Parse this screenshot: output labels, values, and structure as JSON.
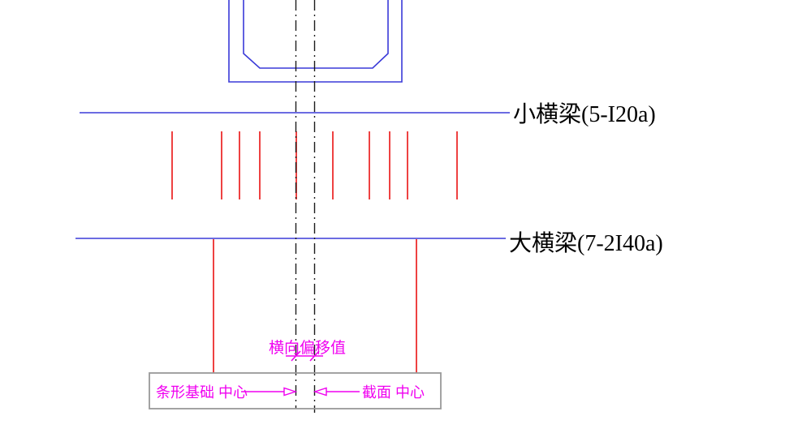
{
  "colors": {
    "beam_blue": "#3a3ad8",
    "rebar_red": "#ec2c2c",
    "dim_magenta": "#f000f0",
    "foundation_gray": "#999999",
    "centerline_black": "#1c1c1c",
    "label_black": "#000000",
    "background": "#ffffff"
  },
  "labels": {
    "small_beam": "小横梁(5-I20a)",
    "large_beam": "大横梁(7-2I40a)",
    "lateral_offset": "横向偏移值",
    "strip_foundation_center": "条形基础 中心",
    "section_center": "截面 中心"
  },
  "geometry": {
    "rebar_tick_x": [
      212,
      273,
      295,
      320,
      365,
      410,
      455,
      480,
      502,
      563
    ],
    "rebar_tick_y1": 162,
    "rebar_tick_y2": 246
  }
}
